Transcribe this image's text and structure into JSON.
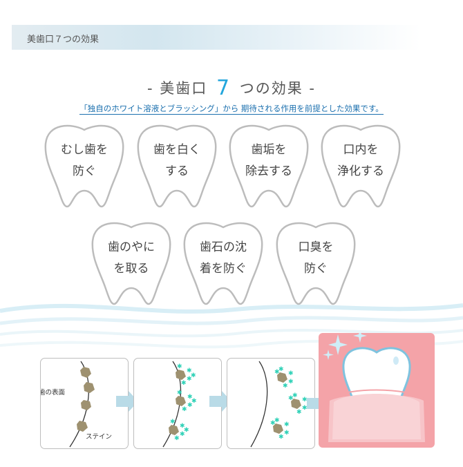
{
  "header": {
    "title": "美歯口７つの効果"
  },
  "title": {
    "prefix": "- 美歯口 ",
    "number": "7",
    "suffix": " つの効果 -"
  },
  "subtitle": "「独自のホワイト溶液とブラッシング」から 期待される作用を前提とした効果です。",
  "effects": [
    {
      "line1": "むし歯を",
      "line2": "防ぐ"
    },
    {
      "line1": "歯を白く",
      "line2": "する"
    },
    {
      "line1": "歯垢を",
      "line2": "除去する"
    },
    {
      "line1": "口内を",
      "line2": "浄化する"
    },
    {
      "line1": "歯のやに",
      "line2": "を取る"
    },
    {
      "line1": "歯石の沈",
      "line2": "着を防ぐ"
    },
    {
      "line1": "口臭を",
      "line2": "防ぐ"
    }
  ],
  "diagram": {
    "surface_label": "歯の表面",
    "stain_label": "ステイン"
  },
  "colors": {
    "accent": "#23a6dc",
    "link": "#1a6fae",
    "stain": "#9e9170",
    "foam": "#2fd1b7",
    "gum": "#f4a3a8",
    "arrow": "#b9dbe7"
  }
}
